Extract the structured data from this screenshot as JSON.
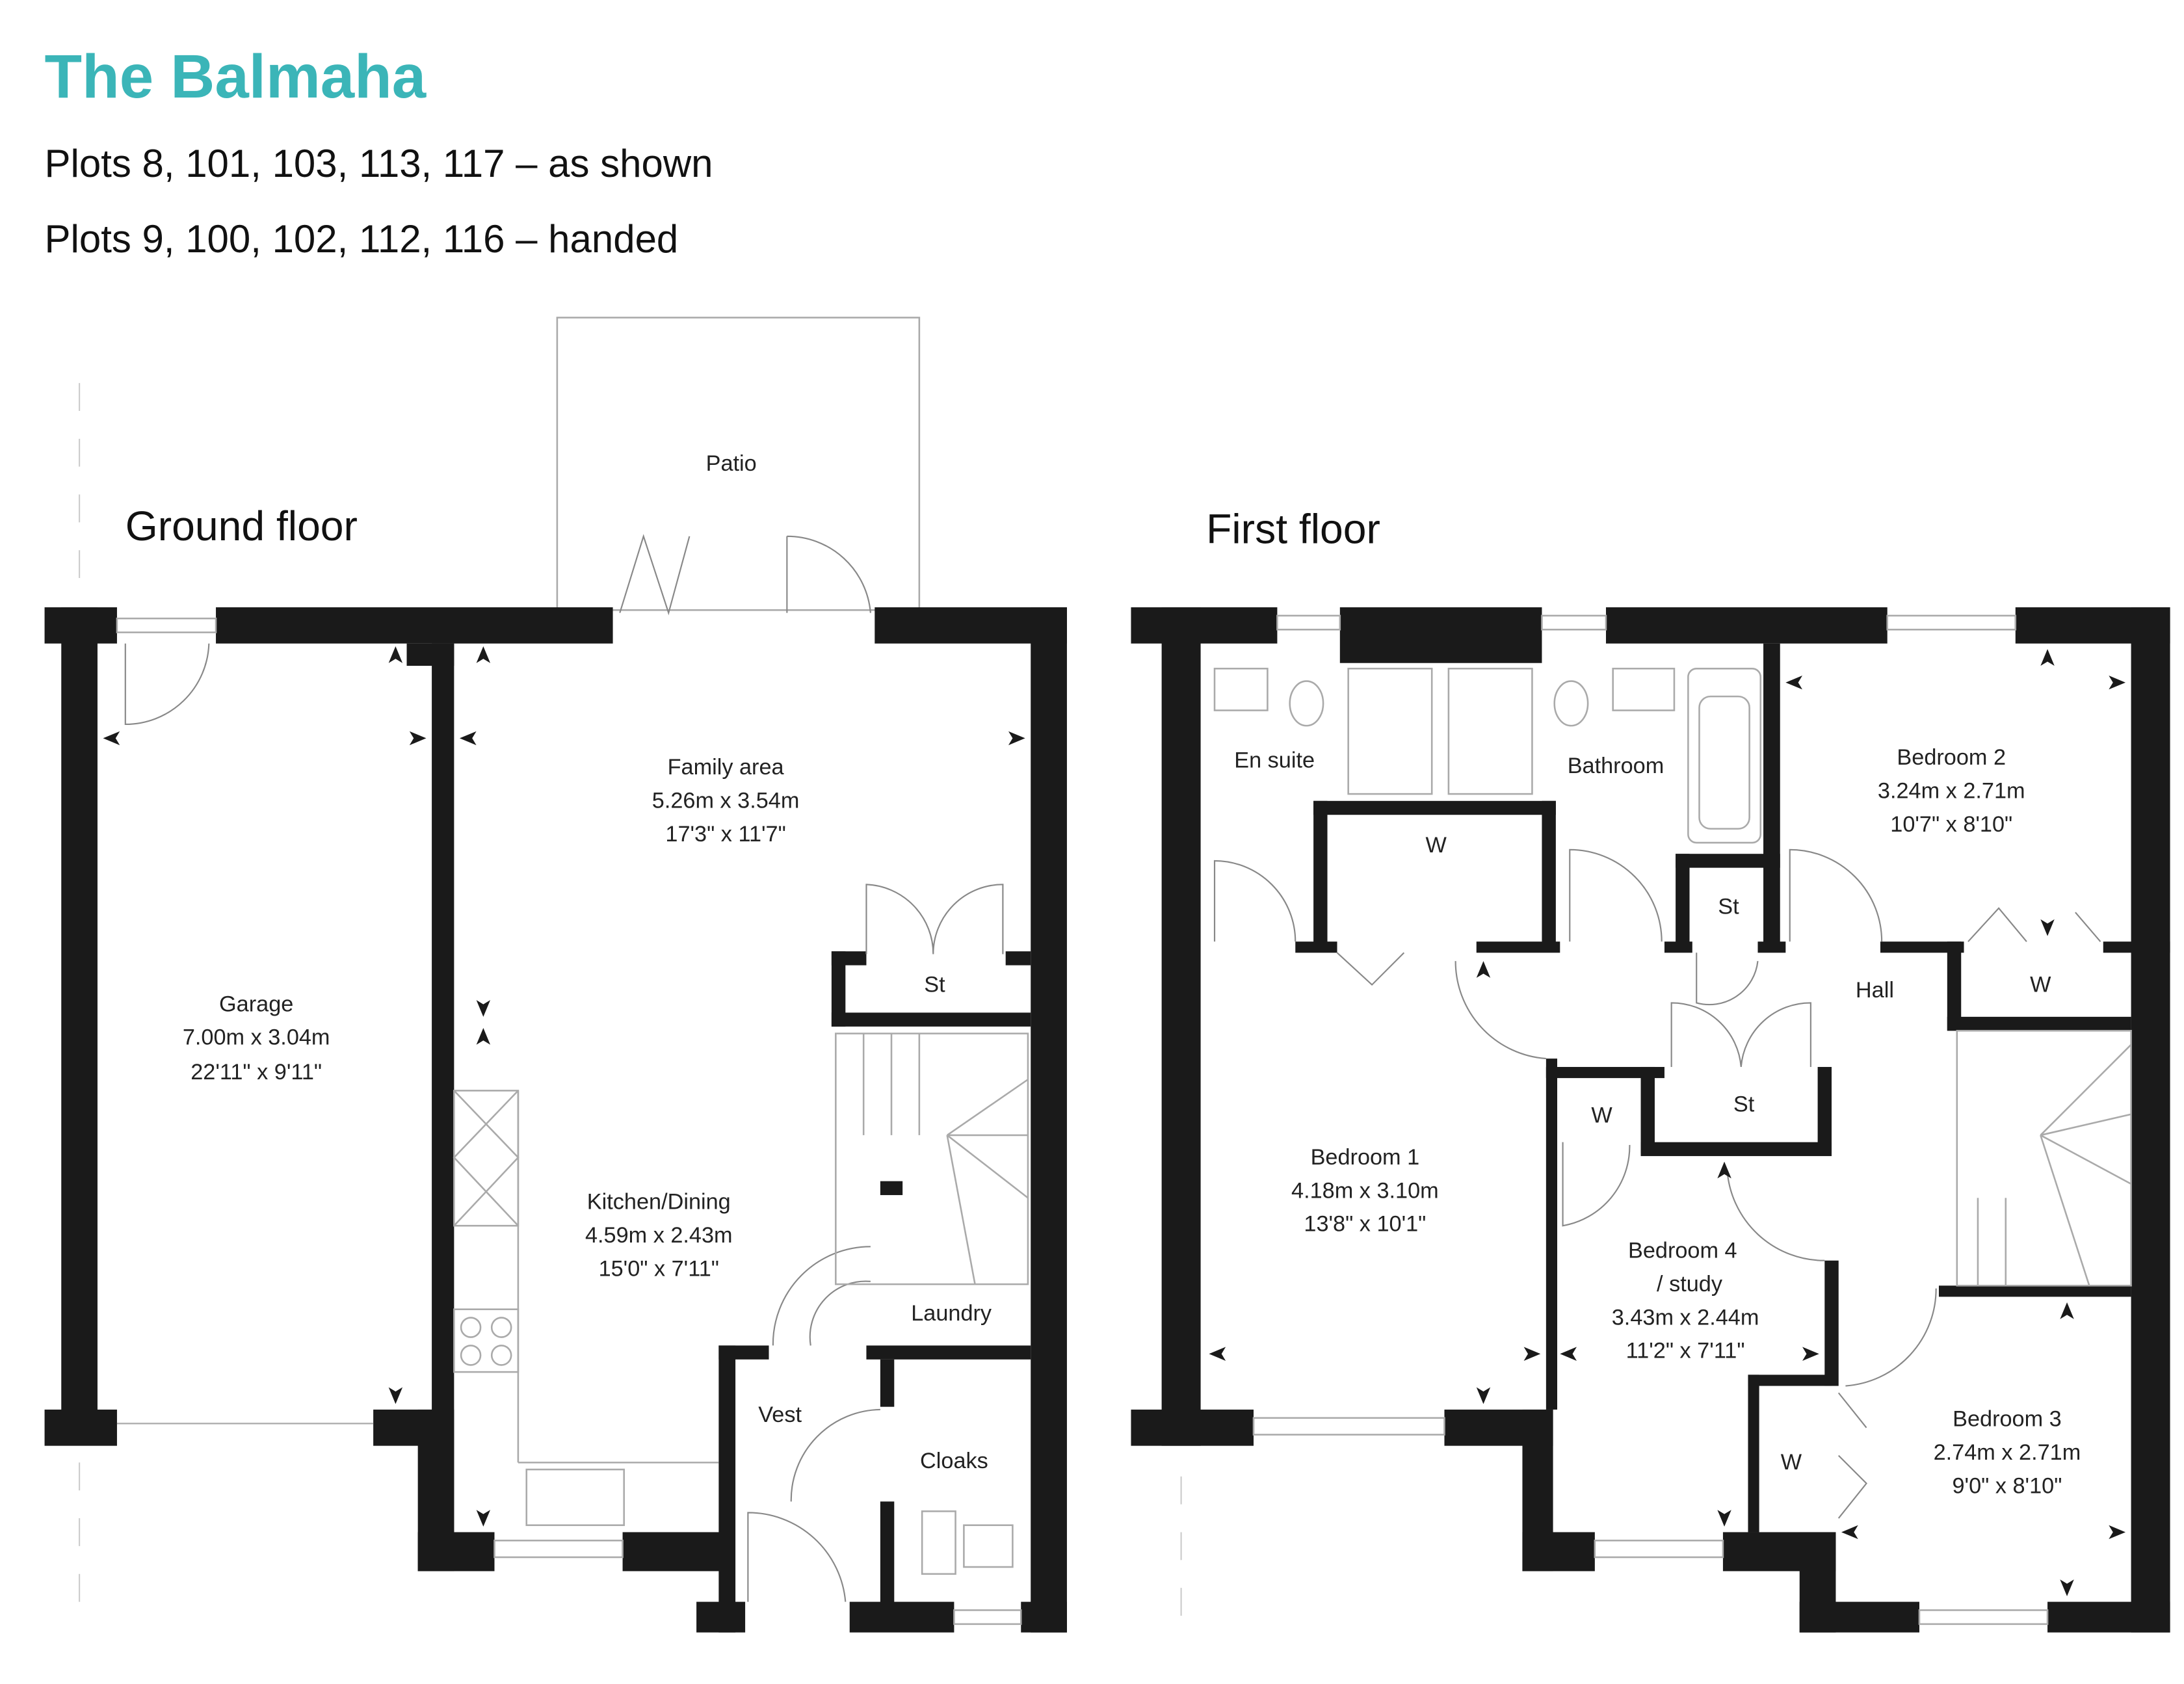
{
  "header": {
    "title": "The Balmaha",
    "plots_as_shown": "Plots 8, 101, 103, 113, 117 – as shown",
    "plots_handed": "Plots 9, 100, 102, 112, 116 – handed",
    "accent_color": "#3bb5b8"
  },
  "ground_floor": {
    "label": "Ground floor",
    "rooms": {
      "patio": {
        "name": "Patio"
      },
      "garage": {
        "name": "Garage",
        "metric": "7.00m x 3.04m",
        "imperial": "22'11\" x 9'11\""
      },
      "family": {
        "name": "Family area",
        "metric": "5.26m x 3.54m",
        "imperial": "17'3\" x 11'7\""
      },
      "kitchen": {
        "name": "Kitchen/Dining",
        "metric": "4.59m x 2.43m",
        "imperial": "15'0\" x 7'11\""
      },
      "store": {
        "name": "St"
      },
      "laundry": {
        "name": "Laundry"
      },
      "vest": {
        "name": "Vest"
      },
      "cloaks": {
        "name": "Cloaks"
      }
    }
  },
  "first_floor": {
    "label": "First floor",
    "rooms": {
      "ensuite": {
        "name": "En suite"
      },
      "bathroom": {
        "name": "Bathroom"
      },
      "bed1_wardrobe": {
        "name": "W"
      },
      "bed2": {
        "name": "Bedroom 2",
        "metric": "3.24m x 2.71m",
        "imperial": "10'7\" x 8'10\""
      },
      "store_upper": {
        "name": "St"
      },
      "hall": {
        "name": "Hall"
      },
      "bed2_wardrobe": {
        "name": "W"
      },
      "bed1": {
        "name": "Bedroom 1",
        "metric": "4.18m x 3.10m",
        "imperial": "13'8\" x 10'1\""
      },
      "bed4_wardrobe": {
        "name": "W"
      },
      "store_lower": {
        "name": "St"
      },
      "bed4": {
        "name": "Bedroom 4",
        "name2": "/ study",
        "metric": "3.43m x 2.44m",
        "imperial": "11'2\" x 7'11\""
      },
      "bed3_wardrobe": {
        "name": "W"
      },
      "bed3": {
        "name": "Bedroom 3",
        "metric": "2.74m x 2.71m",
        "imperial": "9'0\" x 8'10\""
      }
    }
  }
}
